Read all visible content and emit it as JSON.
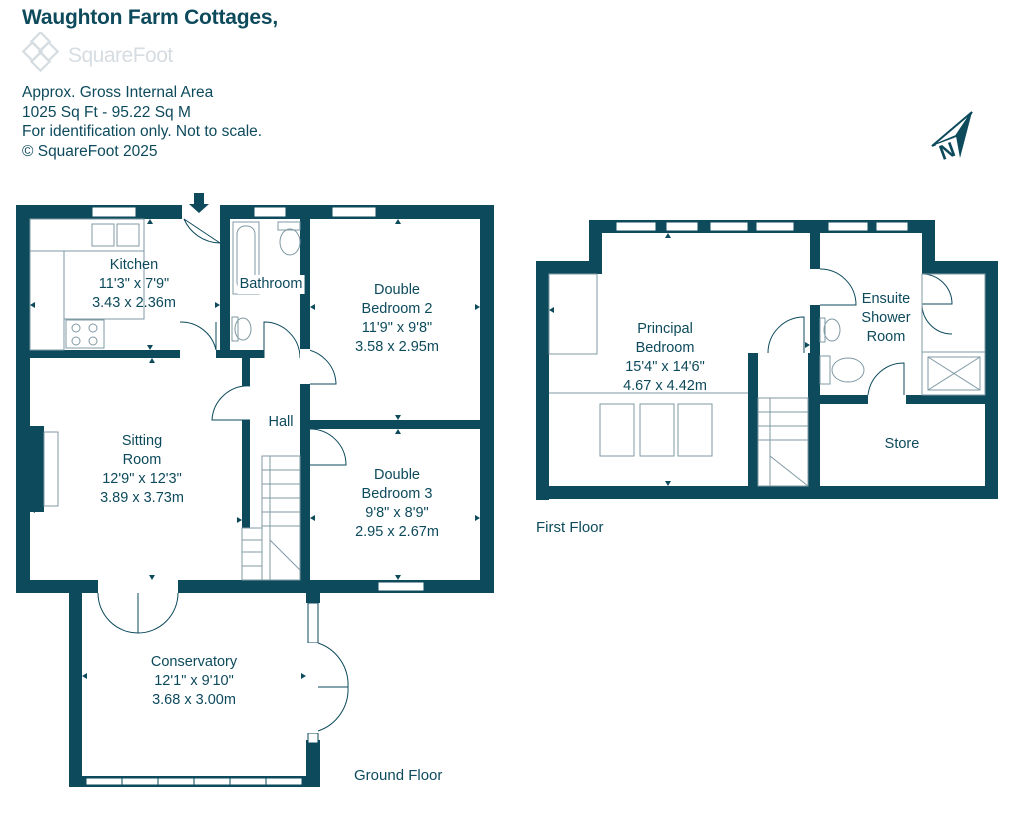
{
  "header": {
    "title": "Waughton Farm Cottages,",
    "brand": "SquareFoot"
  },
  "info": {
    "line1": "Approx. Gross Internal Area",
    "line2": "1025 Sq Ft  -  95.22 Sq M",
    "line3": "For identification only. Not to scale.",
    "line4": "© SquareFoot 2025"
  },
  "compass": {
    "label": "N"
  },
  "colors": {
    "wall": "#0d4a5c",
    "fixture": "#7f99a3",
    "logo": "#d6dde2"
  },
  "ground_floor": {
    "label": "Ground Floor",
    "rooms": {
      "kitchen": {
        "name": "Kitchen",
        "imperial": "11'3\" x 7'9\"",
        "metric": "3.43 x 2.36m"
      },
      "bathroom": {
        "name": "Bathroom"
      },
      "bedroom2": {
        "name": "Double",
        "name2": "Bedroom 2",
        "imperial": "11'9\" x 9'8\"",
        "metric": "3.58 x 2.95m"
      },
      "sitting": {
        "name": "Sitting",
        "name2": "Room",
        "imperial": "12'9\" x 12'3\"",
        "metric": "3.89 x 3.73m"
      },
      "hall": {
        "name": "Hall"
      },
      "bedroom3": {
        "name": "Double",
        "name2": "Bedroom 3",
        "imperial": "9'8\" x 8'9\"",
        "metric": "2.95 x 2.67m"
      },
      "conservatory": {
        "name": "Conservatory",
        "imperial": "12'1\" x 9'10\"",
        "metric": "3.68 x 3.00m"
      }
    }
  },
  "first_floor": {
    "label": "First Floor",
    "rooms": {
      "principal": {
        "name": "Principal",
        "name2": "Bedroom",
        "imperial": "15'4\" x 14'6\"",
        "metric": "4.67 x 4.42m"
      },
      "ensuite": {
        "name": "Ensuite",
        "name2": "Shower",
        "name3": "Room"
      },
      "store": {
        "name": "Store"
      }
    }
  }
}
